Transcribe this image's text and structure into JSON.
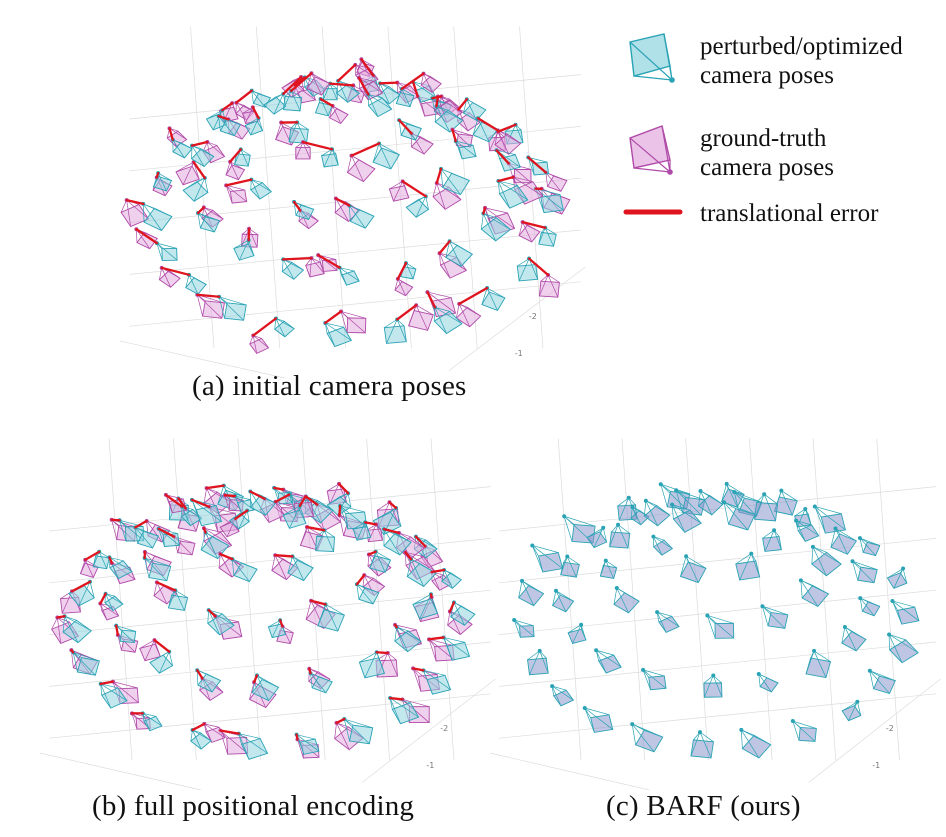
{
  "captions": {
    "a": "(a) initial camera poses",
    "b": "(b) full positional encoding",
    "c": "(c) BARF (ours)"
  },
  "legend": {
    "optimized": "perturbed/optimized\ncamera poses",
    "ground_truth": "ground-truth\ncamera poses",
    "error": "translational error"
  },
  "axis_ticks": {
    "a": [
      "-2",
      "-1"
    ],
    "b": [
      "-2",
      "-1"
    ],
    "c": [
      "-2",
      "-1"
    ]
  },
  "colors": {
    "optimized": "#2aa3b5",
    "optimized_fill": "#8fd3de",
    "ground_truth": "#b04aa8",
    "ground_truth_fill": "#e2a9de",
    "aligned_fill": "#8a98cc",
    "error": "#e0141e",
    "grid": "#dcdcdc"
  }
}
